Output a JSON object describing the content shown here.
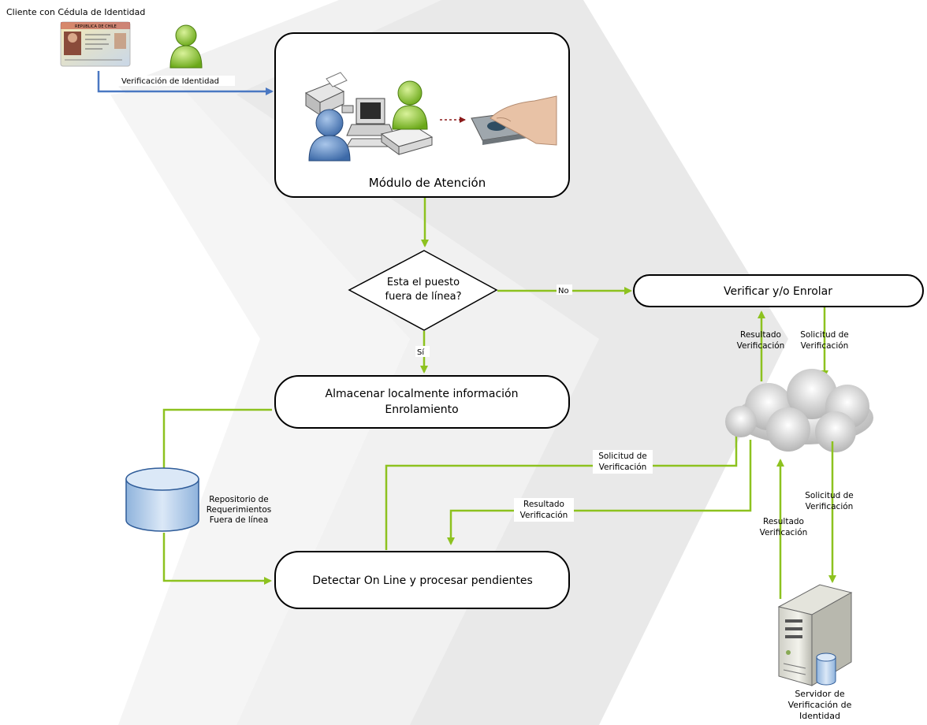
{
  "client": {
    "title": "Cliente con Cédula de Identidad",
    "id_card_country": "REPUBLICA DE CHILE",
    "id_verification_label": "Verificación de Identidad"
  },
  "attention_module": {
    "label": "Módulo de Atención"
  },
  "decision": {
    "line1": "Esta el puesto",
    "line2": "fuera de línea?",
    "no_label": "No",
    "yes_label": "Sí"
  },
  "verify_enroll": {
    "label": "Verificar y/o Enrolar"
  },
  "store_local": {
    "line1": "Almacenar localmente información",
    "line2": "Enrolamiento"
  },
  "repository": {
    "line1": "Repositorio de",
    "line2": "Requerimientos",
    "line3": "Fuera de línea"
  },
  "detect_online": {
    "label": "Detectar On Line y procesar pendientes"
  },
  "server": {
    "line1": "Servidor de",
    "line2": "Verificación de",
    "line3": "Identidad"
  },
  "flow_labels": {
    "result_top_1": "Resultado",
    "result_top_2": "Verificación",
    "request_top_1": "Solicitud de",
    "request_top_2": "Verificación",
    "request_mid_1": "Solicitud de",
    "request_mid_2": "Verificación",
    "result_mid_1": "Resultado",
    "result_mid_2": "Verificación",
    "request_server_1": "Solicitud de",
    "request_server_2": "Verificación",
    "result_server_1": "Resultado",
    "result_server_2": "Verificación"
  },
  "colors": {
    "flow_green": "#8dc21f",
    "flow_blue": "#4a78c2",
    "background_chevron": "#f0f0f0"
  }
}
